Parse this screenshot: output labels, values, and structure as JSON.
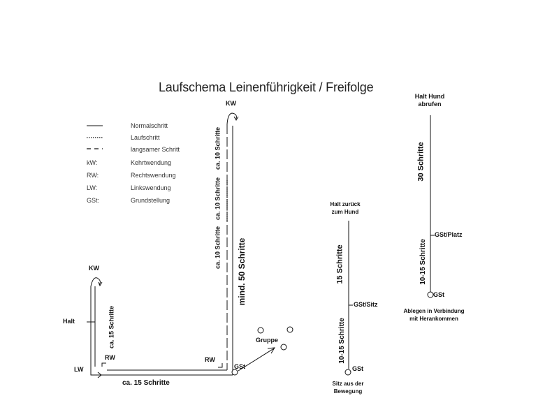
{
  "title": "Laufschema Leinenführigkeit / Freifolge",
  "legend": [
    {
      "symbol": "solid-line",
      "text": "Normalschritt"
    },
    {
      "symbol": "dotted-line",
      "text": "Laufschritt"
    },
    {
      "symbol": "dashed-line",
      "text": "langsamer Schritt"
    },
    {
      "symbol": "kW:",
      "text": "Kehrtwendung"
    },
    {
      "symbol": "RW:",
      "text": "Rechtswendung"
    },
    {
      "symbol": "LW:",
      "text": "Linkswendung"
    },
    {
      "symbol": "GSt:",
      "text": "Grundstellung"
    }
  ],
  "route1": {
    "kw_top": "KW",
    "kw_left": "KW",
    "halt": "Halt",
    "rw_left": "RW",
    "lw": "LW",
    "ca15_vertical": "ca. 15 Schritte",
    "ca15_bottom": "ca.  15 Schritte",
    "rw_right": "RW",
    "gst": "GSt",
    "gruppe": "Gruppe",
    "ca10_a": "ca. 10 Schritte",
    "ca10_b": "ca. 10 Schritte",
    "ca10_c": "ca. 10 Schritte",
    "mind50": "mind. 50 Schritte"
  },
  "route2": {
    "top": [
      "Halt zurück",
      "zum Hund"
    ],
    "seg15": "15 Schritte",
    "gst_sitz": "GSt/Sitz",
    "seg1015": "10-15 Schritte",
    "gst": "GSt",
    "bottom": [
      "Sitz aus der",
      "Bewegung"
    ]
  },
  "route3": {
    "top": [
      "Halt Hund",
      "abrufen"
    ],
    "seg30": "30 Schritte",
    "gst_platz": "GSt/Platz",
    "seg1015": "10-15 Schritte",
    "gst": "GSt",
    "bottom": [
      "Ablegen in Verbindung",
      "mit Herankommen"
    ]
  }
}
